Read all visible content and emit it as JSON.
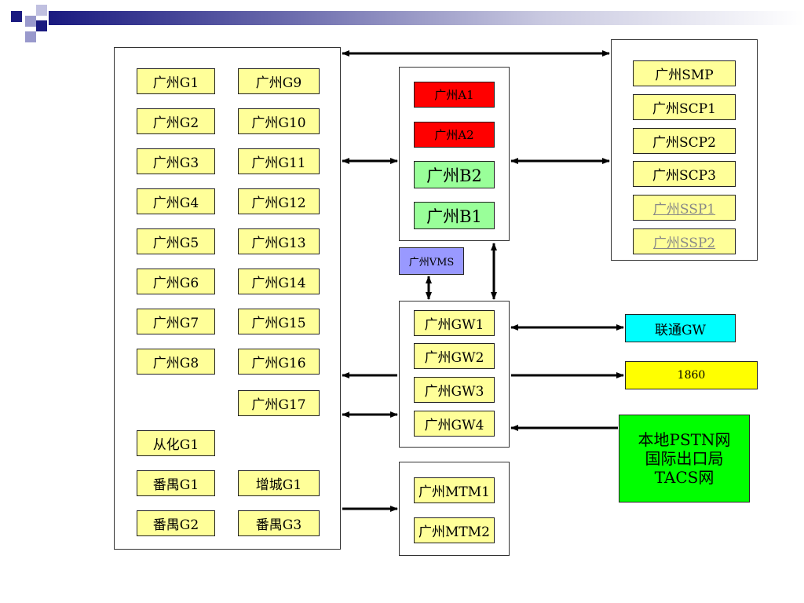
{
  "colors": {
    "yellow_light": "#ffff99",
    "red": "#ff0000",
    "green_light": "#99ff99",
    "blue_light": "#9999ff",
    "cyan": "#00ffff",
    "yellow": "#ffff00",
    "green": "#00ff00",
    "navy": "#1a1a80"
  },
  "g_nodes": {
    "g1": "广州G1",
    "g2": "广州G2",
    "g3": "广州G3",
    "g4": "广州G4",
    "g5": "广州G5",
    "g6": "广州G6",
    "g7": "广州G7",
    "g8": "广州G8",
    "g9": "广州G9",
    "g10": "广州G10",
    "g11": "广州G11",
    "g12": "广州G12",
    "g13": "广州G13",
    "g14": "广州G14",
    "g15": "广州G15",
    "g16": "广州G16",
    "g17": "广州G17",
    "conghua_g1": "从化G1",
    "panyu_g1": "番禺G1",
    "panyu_g2": "番禺G2",
    "zengcheng_g1": "增城G1",
    "panyu_g3": "番禺G3"
  },
  "core_nodes": {
    "a1": "广州A1",
    "a2": "广州A2",
    "b2": "广州B2",
    "b1": "广州B1"
  },
  "vms": "广州VMS",
  "sp_nodes": {
    "smp": "广州SMP",
    "scp1": "广州SCP1",
    "scp2": "广州SCP2",
    "scp3": "广州SCP3",
    "ssp1": "广州SSP1",
    "ssp2": "广州SSP2"
  },
  "gw_nodes": {
    "gw1": "广州GW1",
    "gw2": "广州GW2",
    "gw3": "广州GW3",
    "gw4": "广州GW4"
  },
  "mtm_nodes": {
    "mtm1": "广州MTM1",
    "mtm2": "广州MTM2"
  },
  "external": {
    "unicom_gw": "联通GW",
    "n1860": "1860",
    "pstn_line1": "本地PSTN网",
    "pstn_line2": "国际出口局",
    "pstn_line3": "TACS网"
  }
}
